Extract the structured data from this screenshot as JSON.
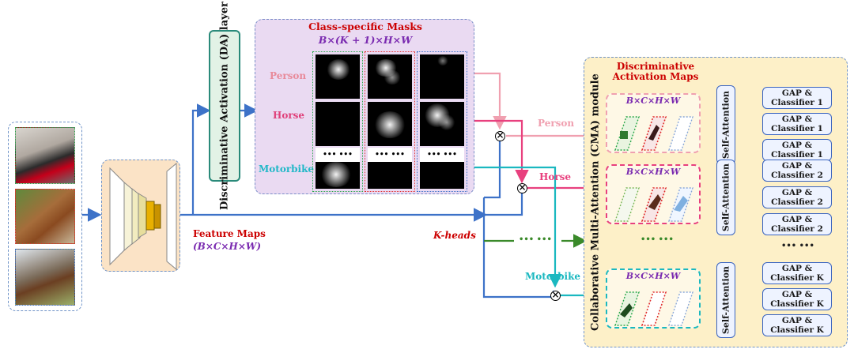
{
  "masks": {
    "title": "Class-specific Masks",
    "dim": "B×(K + 1)×H×W",
    "rows": [
      {
        "label": "Person",
        "color": "#e88a9a"
      },
      {
        "label": "Horse",
        "color": "#e0407a"
      },
      {
        "label": "Motorbike",
        "color": "#22b8c8"
      }
    ],
    "dots": "•••  •••"
  },
  "da_layer": "Discriminative Activation (DA) layer",
  "feature_maps": {
    "label": "Feature Maps",
    "dim": "(B×C×H×W)"
  },
  "k_heads": "K-heads",
  "branches": {
    "person": "Person",
    "horse": "Horse",
    "motorbike": "Motorbike",
    "dots": "••• •••"
  },
  "cma": {
    "module": "Collaborative Multi-Attention (CMA) module",
    "dam_title": "Discriminative Activation Maps",
    "dim": "B×C×H×W",
    "self_attention": "Self-Attention",
    "dots": "••• •••",
    "classifiers": [
      [
        "GAP & Classifier 1",
        "GAP & Classifier 1",
        "GAP & Classifier 1"
      ],
      [
        "GAP & Classifier 2",
        "GAP & Classifier 2",
        "GAP & Classifier 2"
      ],
      [
        "GAP & Classifier K",
        "GAP & Classifier K",
        "GAP & Classifier K"
      ]
    ]
  },
  "colors": {
    "blue": "#3d72c8",
    "pink": "#f0a0b0",
    "magenta": "#e8407e",
    "cyan": "#1ab8c0",
    "green": "#3a8a2a",
    "red_title": "#cc0000",
    "purple": "#7a2ab0",
    "peach": "#fbe3c6",
    "lavender": "#eadaf2",
    "cream": "#fdf0c8"
  },
  "icons": [
    "otimes-icon",
    "arrow-icon"
  ]
}
